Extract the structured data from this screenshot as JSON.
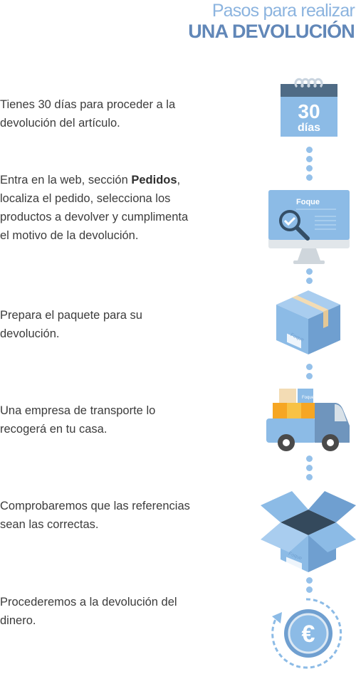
{
  "header": {
    "title_line1": "Pasos para realizar",
    "title_line2": "UNA DEVOLUCIÓN"
  },
  "steps": [
    {
      "text": "Tienes 30 días para proceder a la devolución del artículo.",
      "icon": "calendar-icon"
    },
    {
      "text_before": "Entra en la web, sección ",
      "text_bold": "Pedidos",
      "text_after": ", localiza el pedido, selecciona los productos a devolver y cumplimenta el motivo de la devolución.",
      "icon": "monitor-search-icon"
    },
    {
      "text": "Prepara el paquete para su devolución.",
      "icon": "package-icon"
    },
    {
      "text": "Una empresa de transporte lo recogerá en tu casa.",
      "icon": "truck-icon"
    },
    {
      "text": "Comprobaremos que las referencias sean las correctas.",
      "icon": "open-box-icon"
    },
    {
      "text": "Procederemos a la devolución del dinero.",
      "icon": "euro-refund-icon"
    }
  ],
  "calendar": {
    "number": "30",
    "unit": "días"
  },
  "brand": {
    "monitor_label": "Foque",
    "box_label": "Foque",
    "truck_label": "Foque",
    "openbox_label": "Foque"
  },
  "euro_symbol": "€",
  "colors": {
    "title_light": "#8cb4df",
    "title_dark": "#6187b8",
    "dot": "#95c1ea",
    "icon_blue": "#8cbbe6",
    "icon_dark": "#4f6b85"
  }
}
